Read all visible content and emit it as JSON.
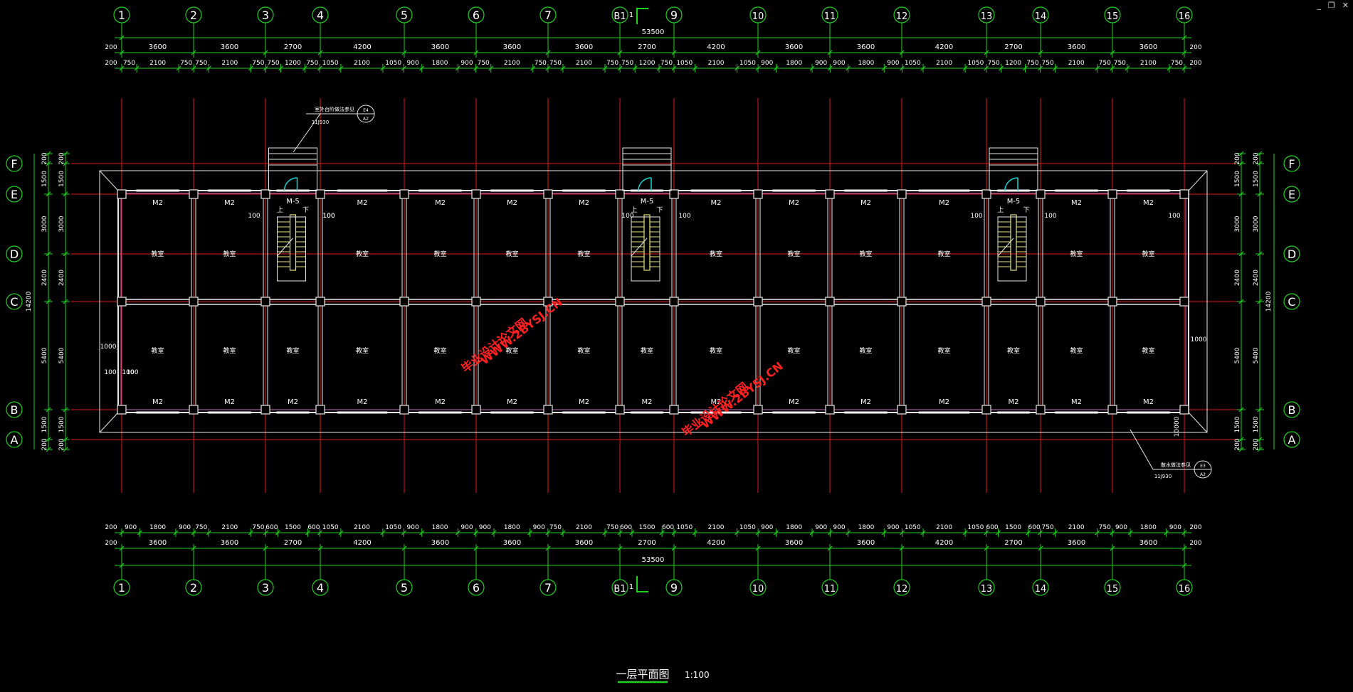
{
  "window_controls": {
    "minimize": "_",
    "restore": "❐",
    "close": "✕"
  },
  "colors": {
    "background": "#000000",
    "grid_line": "#e11a1a",
    "dim_line": "#21d021",
    "dim_text": "#ffffff",
    "wall": "#e8e8e8",
    "wall_inner": "#c46ac4",
    "axis_circle": "#21d021",
    "stair": "#e6e680",
    "door": "#19d5d5",
    "watermark": "#ff2020"
  },
  "axes_columns": [
    "1",
    "2",
    "3",
    "4",
    "5",
    "6",
    "7",
    "8",
    "9",
    "10",
    "11",
    "12",
    "13",
    "14",
    "15",
    "16"
  ],
  "axis_8_label": "B1",
  "axis_8_label_extra": "1",
  "axes_rows": [
    "F",
    "E",
    "D",
    "C",
    "B",
    "A"
  ],
  "top_dims": {
    "overall": "53500",
    "edge_offset": "200",
    "bays": [
      "3600",
      "3600",
      "2700",
      "4200",
      "3600",
      "3600",
      "3600",
      "2700",
      "4200",
      "3600",
      "3600",
      "4200",
      "2700",
      "3600",
      "3600"
    ],
    "windows": [
      "750",
      "2100",
      "750",
      "750",
      "2100",
      "750",
      "750",
      "1200",
      "750",
      "1050",
      "2100",
      "1050",
      "900",
      "1800",
      "900",
      "750",
      "2100",
      "750",
      "750",
      "2100",
      "750",
      "750",
      "1200",
      "750",
      "1050",
      "2100",
      "1050",
      "900",
      "1800",
      "900",
      "900",
      "1800",
      "900",
      "1050",
      "2100",
      "1050",
      "750",
      "1200",
      "750",
      "750",
      "2100",
      "750",
      "750",
      "2100",
      "750"
    ]
  },
  "bottom_dims": {
    "overall": "53500",
    "edge_offset": "200",
    "bays": [
      "3600",
      "3600",
      "2700",
      "4200",
      "3600",
      "3600",
      "3600",
      "2700",
      "4200",
      "3600",
      "3600",
      "4200",
      "2700",
      "3600",
      "3600"
    ],
    "windows": [
      "900",
      "1800",
      "900",
      "750",
      "2100",
      "750",
      "600",
      "1500",
      "600",
      "1050",
      "2100",
      "1050",
      "900",
      "1800",
      "900",
      "900",
      "1800",
      "900",
      "750",
      "2100",
      "750",
      "600",
      "1500",
      "600",
      "1050",
      "2100",
      "1050",
      "900",
      "1800",
      "900",
      "900",
      "1800",
      "900",
      "1050",
      "2100",
      "1050",
      "600",
      "1500",
      "600",
      "750",
      "2100",
      "750",
      "900",
      "1800",
      "900"
    ]
  },
  "side_dims": {
    "overall": "14200",
    "segments": [
      "200",
      "1500",
      "3000",
      "2400",
      "5400",
      "1500",
      "200"
    ]
  },
  "room_labels": {
    "door_tag": "M2",
    "stair_door_tag": "M-5",
    "room_name": "教室",
    "gap_100": "100",
    "stair_up": "上",
    "stair_down": "下",
    "offset_1000": "1000",
    "wall_10000": "10000"
  },
  "annotations": {
    "top_note": "室外台阶做法参见",
    "top_note_ref": "11J930",
    "top_note_idx": "E4",
    "top_note_sheet": "A2",
    "bottom_note": "散水做法参见",
    "bottom_note_ref": "11J930",
    "bottom_note_idx": "E3",
    "bottom_note_sheet": "A2"
  },
  "watermark": {
    "line1": "毕业设计论文网",
    "line2": "WWW.2BYSJ.CN"
  },
  "drawing_title": "一层平面图",
  "drawing_scale": "1:100"
}
